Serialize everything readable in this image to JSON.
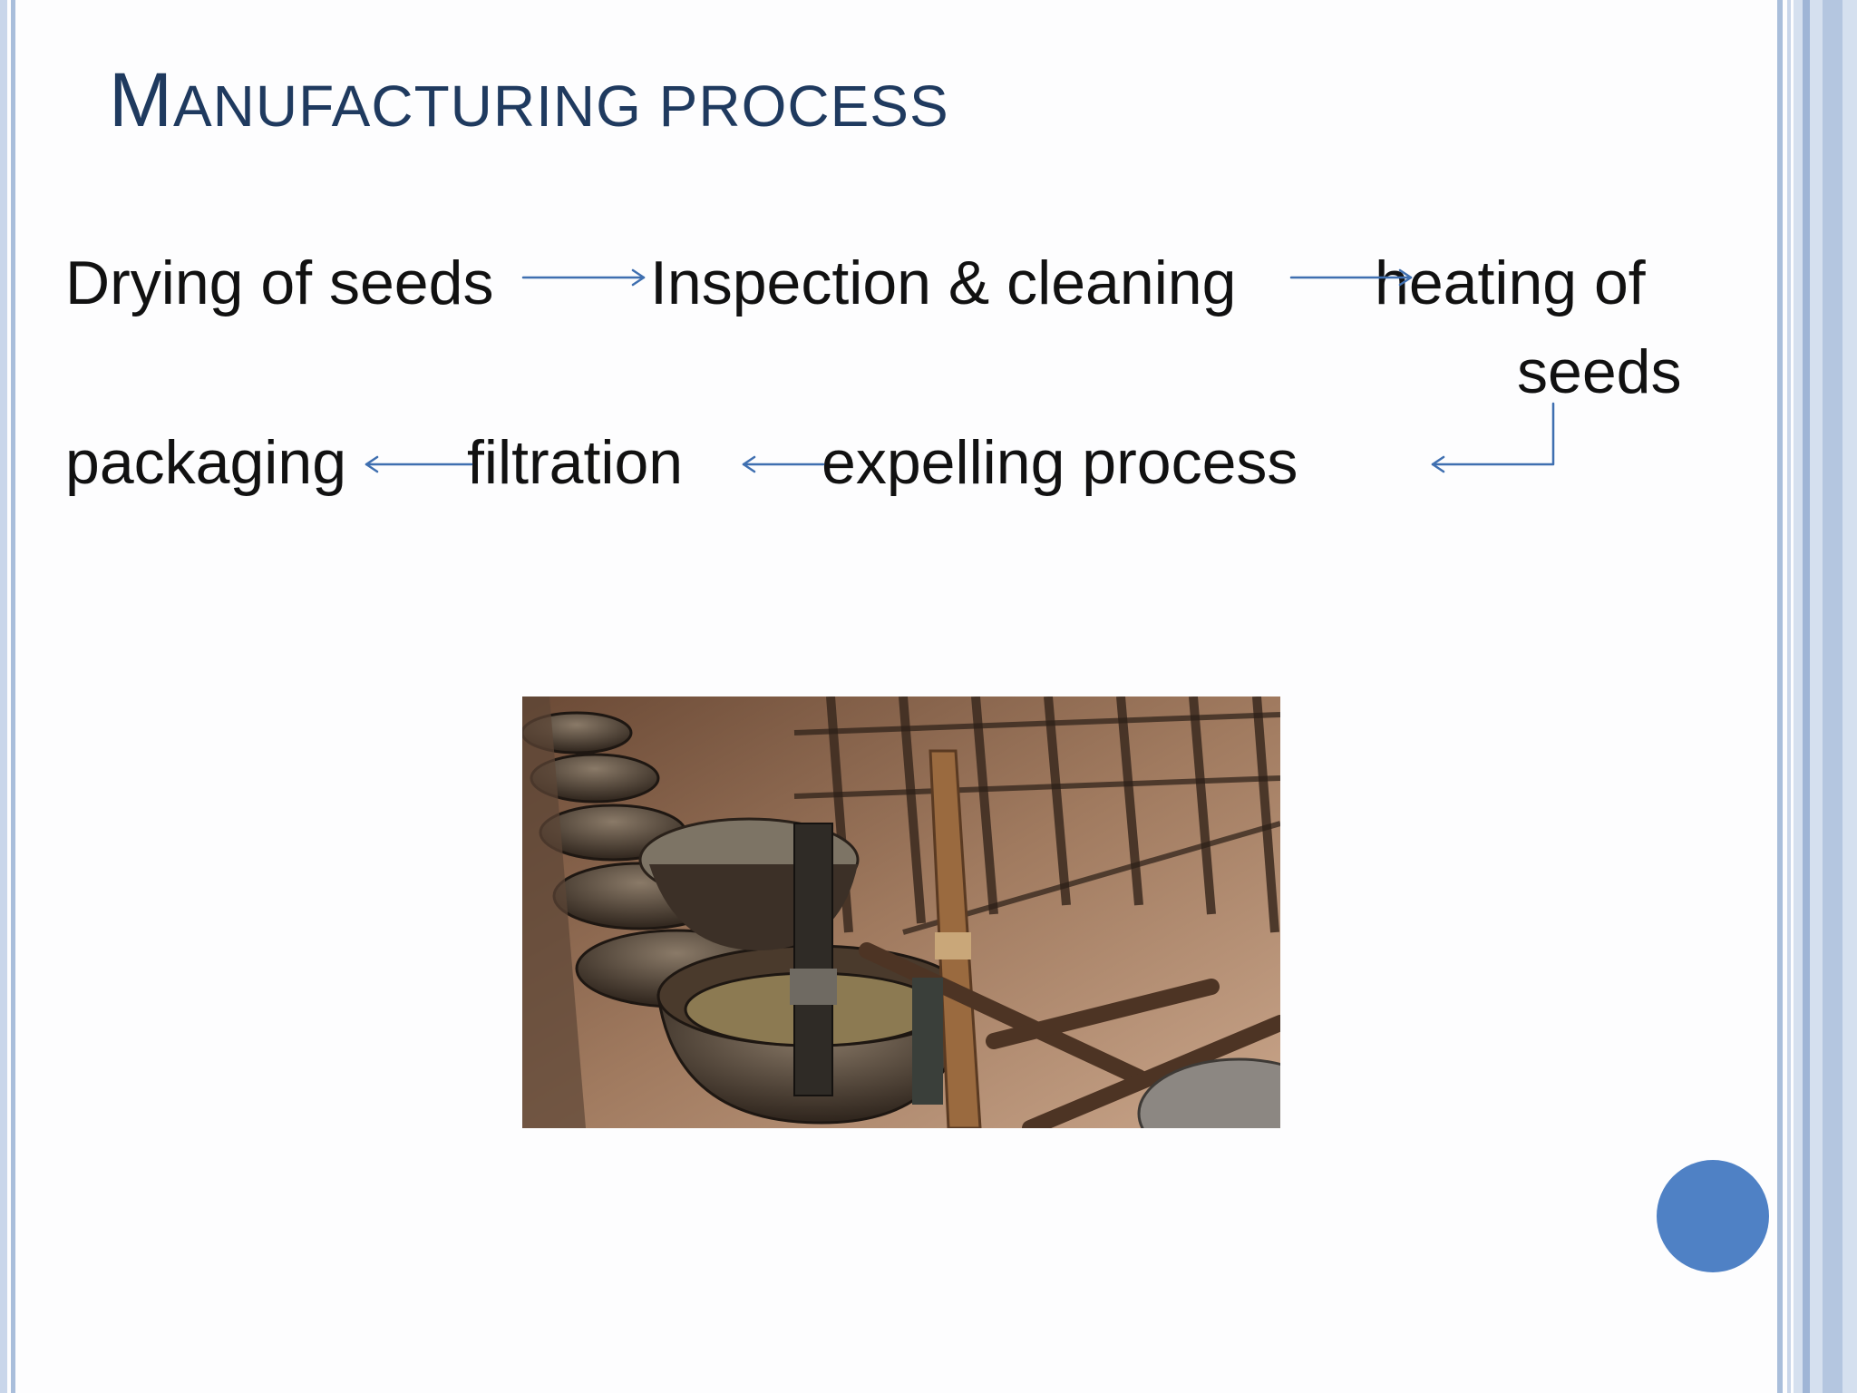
{
  "title": {
    "initial": "M",
    "rest": "ANUFACTURING PROCESS"
  },
  "process": {
    "steps": [
      "Drying of seeds",
      "Inspection & cleaning",
      "heating of",
      "seeds",
      "packaging",
      "filtration",
      "expelling process"
    ]
  },
  "colors": {
    "title": "#1f3a5f",
    "arrow": "#3f6fb0",
    "circle": "#4f81c5",
    "border": "#a9bedb"
  }
}
